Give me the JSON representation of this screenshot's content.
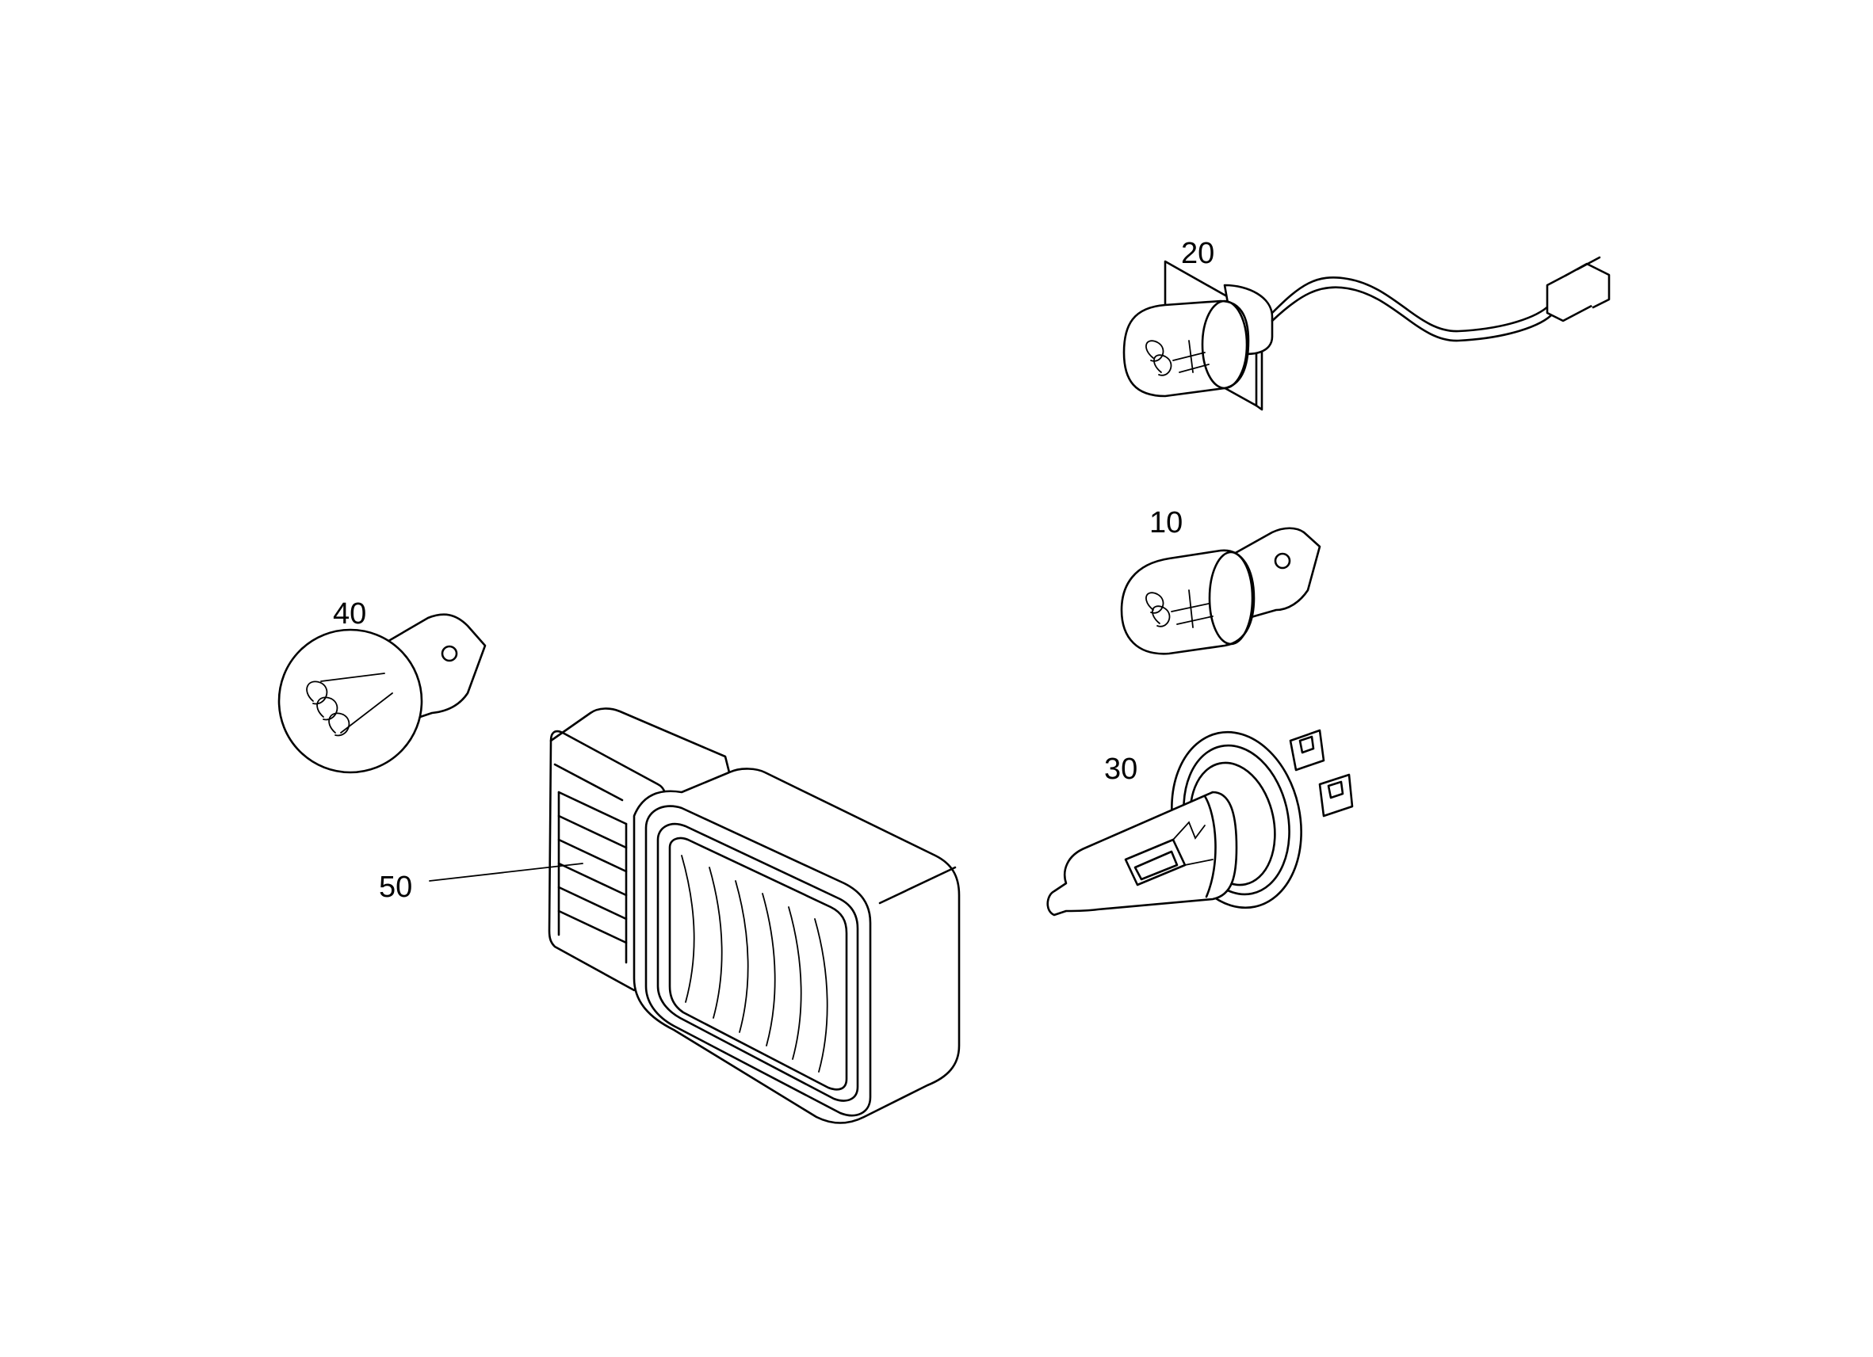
{
  "labels": {
    "part_10": "10",
    "part_20": "20",
    "part_30": "30",
    "part_40": "40",
    "part_50": "50"
  },
  "colors": {
    "line": "#000000",
    "background": "#ffffff"
  }
}
